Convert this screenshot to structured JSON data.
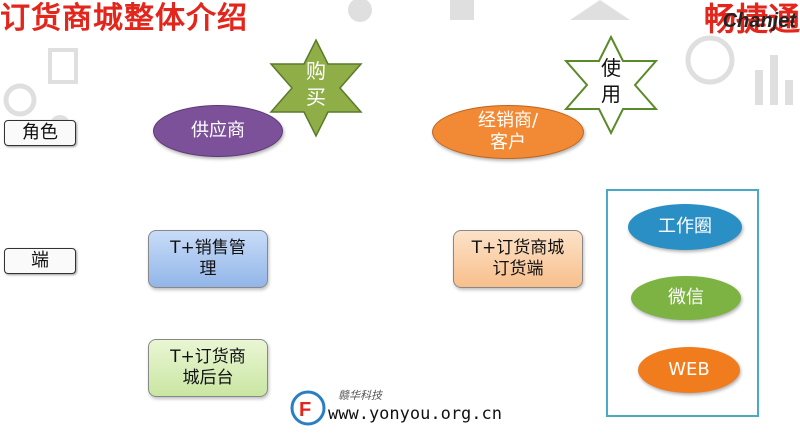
{
  "header": {
    "title": "订货商城整体介绍",
    "brand": "畅捷通",
    "brand_sub": "Chanjet"
  },
  "rows": {
    "role_label": "角色",
    "client_label": "端"
  },
  "stars": {
    "buy": "购\n买",
    "use": "使\n用"
  },
  "roles": {
    "supplier": "供应商",
    "dealer": "经销商/\n客户"
  },
  "clients": {
    "sales_mgmt": "T+销售管\n理",
    "mall_backend": "T+订货商\n城后台",
    "mall_ordering": "T+订货商城\n订货端"
  },
  "channels": [
    {
      "label": "工作圈",
      "color": "#2a8fc4"
    },
    {
      "label": "微信",
      "color": "#7cb342"
    },
    {
      "label": "WEB",
      "color": "#f07c1e"
    }
  ],
  "watermark": {
    "url": "www.yonyou.org.cn",
    "small": "赣华科技"
  },
  "colors": {
    "accent_red": "#e2261c",
    "supplier_fill": "#7d519a",
    "dealer_fill": "#f28a35",
    "star_buy_fill": "#8fae48",
    "channel_frame": "#4aa9c5"
  }
}
